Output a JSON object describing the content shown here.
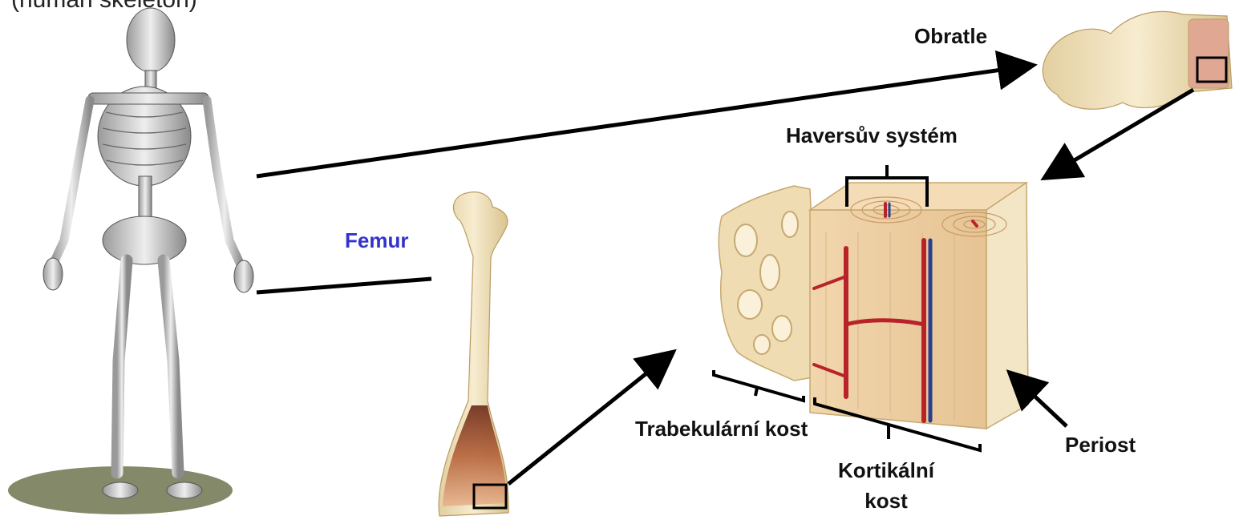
{
  "title_fragment": "(human skeleton)",
  "labels": {
    "obratle": "Obratle",
    "haversuv": "Haversův systém",
    "femur": "Femur",
    "trabekularni": "Trabekulární kost",
    "kortikalni_line1": "Kortikální",
    "kortikalni_line2": "kost",
    "periost": "Periost"
  },
  "colors": {
    "femur_label": "#3333cc",
    "label": "#111111",
    "bone": "#f0e2bf",
    "bone_shade": "#d9c28e",
    "marrow": "#b5623a",
    "artery": "#b8232a",
    "vein": "#2b3f8f",
    "skeleton": "#d6d6d6"
  }
}
